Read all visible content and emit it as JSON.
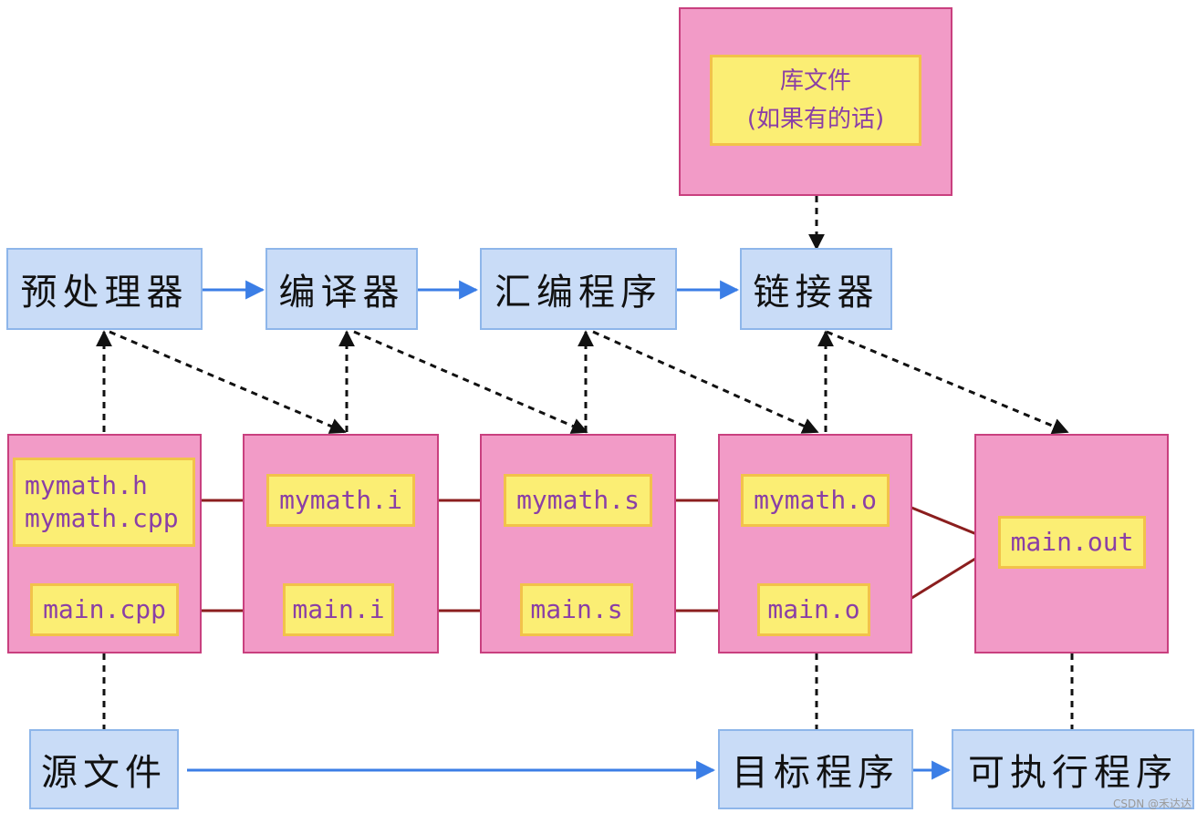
{
  "tools": {
    "preprocessor": "预处理器",
    "compiler": "编译器",
    "assembler": "汇编程序",
    "linker": "链接器"
  },
  "library": {
    "line1": "库文件",
    "line2": "(如果有的话)"
  },
  "files": {
    "source": [
      "mymath.h",
      "mymath.cpp"
    ],
    "main_source": "main.cpp",
    "mymath_i": "mymath.i",
    "main_i": "main.i",
    "mymath_s": "mymath.s",
    "main_s": "main.s",
    "mymath_o": "mymath.o",
    "main_o": "main.o",
    "out": "main.out"
  },
  "stages": {
    "source": "源文件",
    "object": "目标程序",
    "executable": "可执行程序"
  },
  "watermark": "CSDN @禾达达",
  "colors": {
    "tool_fill": "#c9dcf7",
    "tool_border": "#8eb6ea",
    "pink_fill": "#f29bc7",
    "pink_border": "#c9407f",
    "yellow_fill": "#fbee74",
    "yellow_border": "#f2c24a",
    "file_text": "#8a3fa6",
    "blue_arrow": "#3b7ee6",
    "red_arrow": "#8b1e1e",
    "dotted": "#111111"
  }
}
